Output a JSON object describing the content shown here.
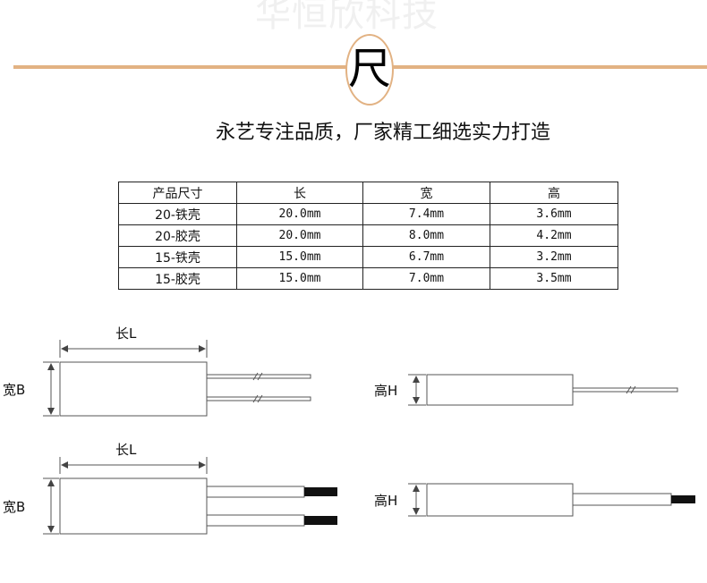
{
  "watermark": "华恒欣科技",
  "section_char": "尺",
  "tagline": "永艺专注品质，厂家精工细选实力打造",
  "table": {
    "headers": [
      "产品尺寸",
      "长",
      "宽",
      "高"
    ],
    "rows": [
      [
        "20-铁壳",
        "20.0mm",
        "7.4mm",
        "3.6mm"
      ],
      [
        "20-胶壳",
        "20.0mm",
        "8.0mm",
        "4.2mm"
      ],
      [
        "15-铁壳",
        "15.0mm",
        "6.7mm",
        "3.2mm"
      ],
      [
        "15-胶壳",
        "15.0mm",
        "7.0mm",
        "3.5mm"
      ]
    ]
  },
  "diagram": {
    "length_label": "长L",
    "width_label": "宽B",
    "height_label": "高H"
  },
  "colors": {
    "accent": "#e2b283"
  }
}
